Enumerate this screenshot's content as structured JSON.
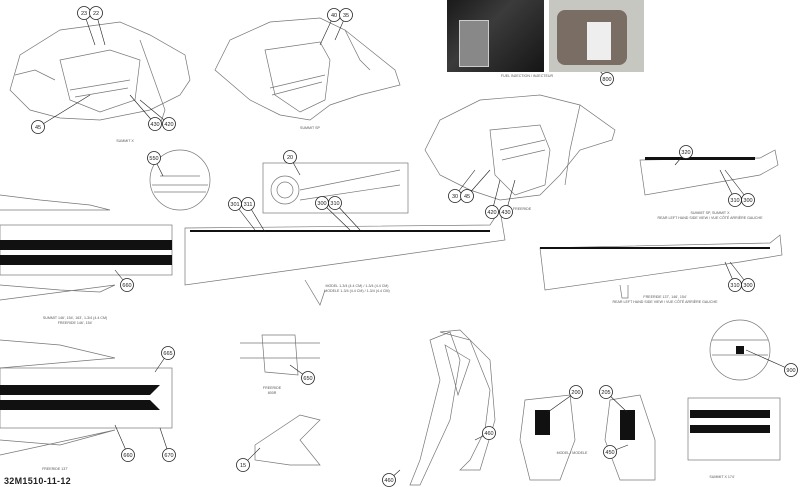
{
  "document_code": "32M1510-11-12",
  "captions": {
    "summit_x": "SUMMIT X",
    "summit_sp": "SUMMIT SP",
    "fuel_injection": "FUEL INJECTION / INJECTEUR",
    "freeride": "FREERIDE",
    "rear_lh_summit_1": "SUMMIT SP, SUMMIT X",
    "rear_lh_summit_2": "REAR LEFT HAND SIDE VIEW / VUE CÔTÉ ARRIÈRE GAUCHE",
    "model_1": "MODEL 1-3/4 (4.4 CM) / 1-3/4 (4.4 CM)",
    "model_2": "MODELE 1-3/4 (4.4 CM) / 1-3/4 (4.4 CM)",
    "rear_lh_freeride_1": "FREERIDE 137', 146', 154'",
    "rear_lh_freeride_2": "REAR LEFT HAND SIDE VIEW / VUE CÔTÉ ARRIÈRE GAUCHE",
    "tunnel_summit_1": "SUMMIT 146', 154', 163', 1-3/4 (4.4 CM)",
    "tunnel_summit_2": "FREERIDE 146', 154'",
    "freeride_137": "FREERIDE 137'",
    "freeride_800r_1": "FREERIDE",
    "freeride_800r_2": "800R",
    "summit_x_174": "SUMMIT X 174'",
    "model_note": "MODEL / MODELE"
  },
  "callouts": [
    "23",
    "22",
    "45",
    "430",
    "420",
    "40",
    "35",
    "800",
    "20",
    "550",
    "320",
    "310",
    "300",
    "30",
    "45",
    "420",
    "430",
    "301",
    "311",
    "300",
    "310",
    "660",
    "310",
    "300",
    "665",
    "650",
    "660",
    "670",
    "15",
    "460",
    "460",
    "200",
    "205",
    "450",
    "900"
  ],
  "colors": {
    "line": "#555555",
    "dark": "#111111",
    "photo_dark": "#2a2a2a",
    "photo_gray": "#8a8a86"
  }
}
